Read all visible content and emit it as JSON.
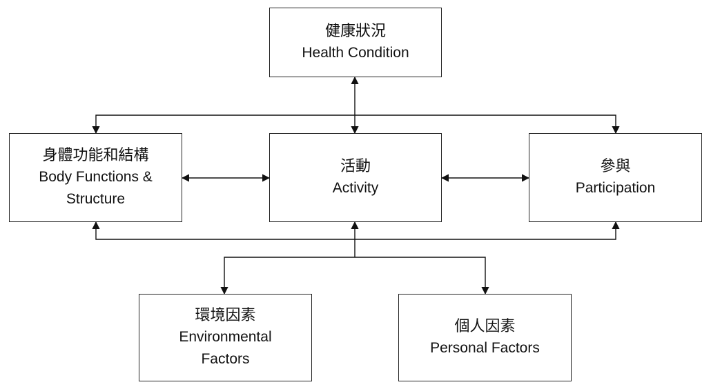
{
  "boxes": {
    "health": {
      "zh": "健康狀況",
      "en": "Health Condition"
    },
    "body": {
      "zh": "身體功能和結構",
      "en_line1": "Body Functions &",
      "en_line2": "Structure"
    },
    "activity": {
      "zh": "活動",
      "en": "Activity"
    },
    "participation": {
      "zh": "參與",
      "en": "Participation"
    },
    "environmental": {
      "zh": "環境因素",
      "en_line1": "Environmental",
      "en_line2": "Factors"
    },
    "personal": {
      "zh": "個人因素",
      "en": "Personal Factors"
    }
  }
}
